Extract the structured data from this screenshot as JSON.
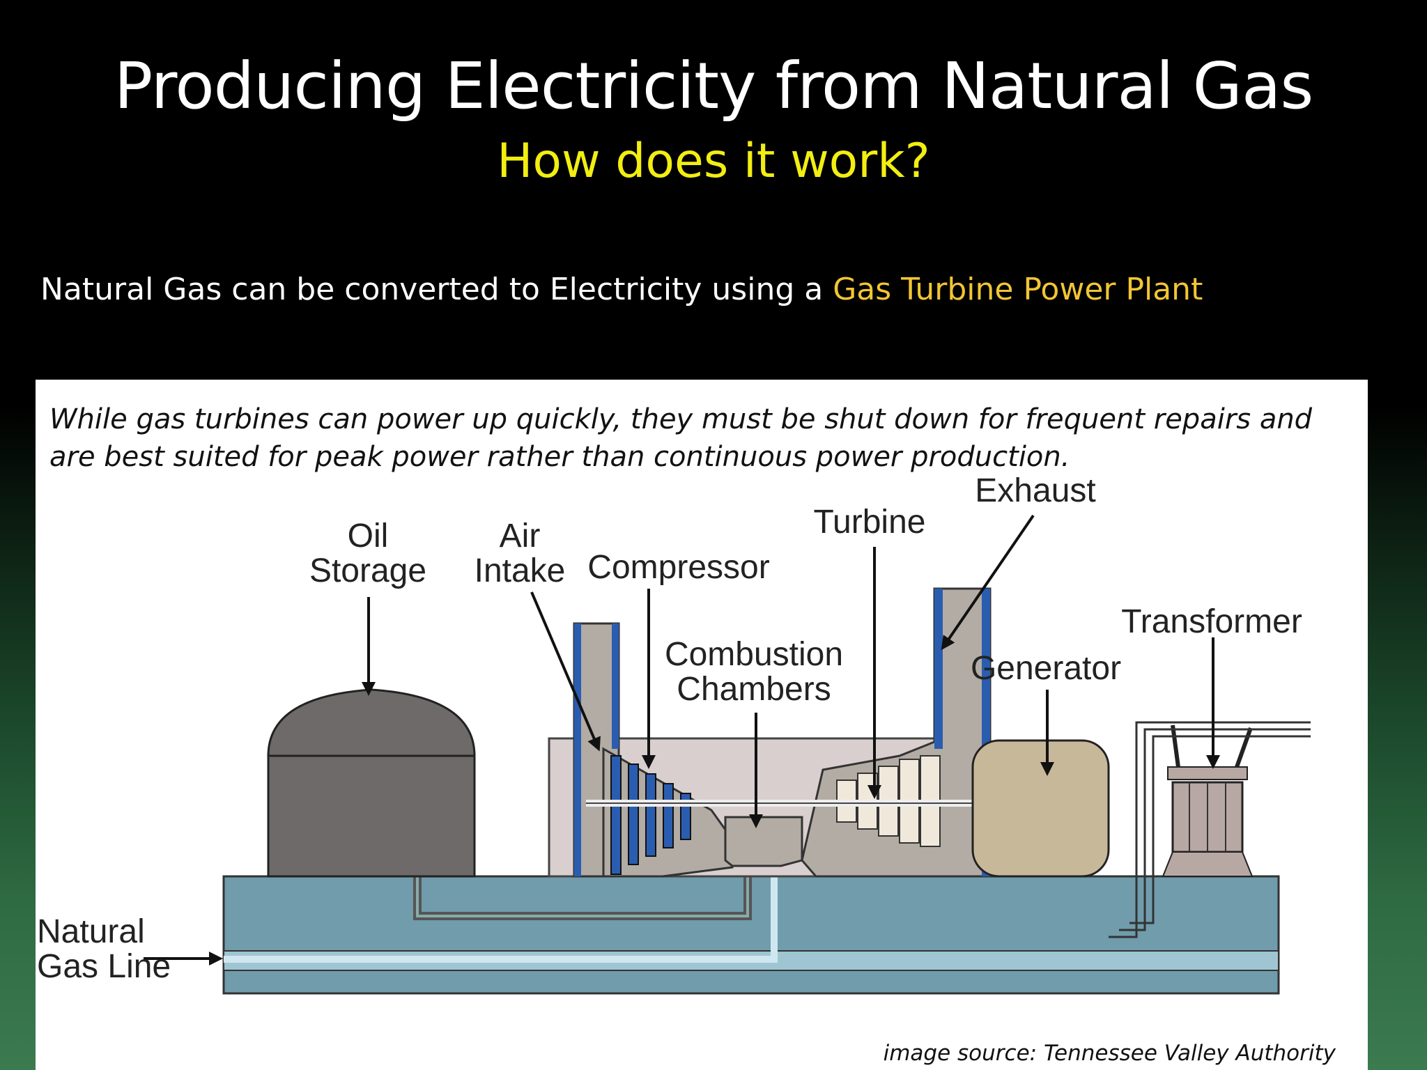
{
  "slide": {
    "title": "Producing Electricity from Natural Gas",
    "subtitle": "How does it work?",
    "intro_text": "Natural Gas can be converted to Electricity using a ",
    "intro_highlight": "Gas Turbine Power Plant",
    "note": "While gas turbines can power up quickly, they must be shut down for frequent repairs and are best suited for peak power rather than continuous power production.",
    "source": "image source:  Tennessee Valley Authority"
  },
  "diagram": {
    "labels": {
      "oil_line1": "Oil",
      "oil_line2": "Storage",
      "air_line1": "Air",
      "air_line2": "Intake",
      "compressor": "Compressor",
      "combustion_line1": "Combustion",
      "combustion_line2": "Chambers",
      "turbine": "Turbine",
      "exhaust": "Exhaust",
      "generator": "Generator",
      "transformer": "Transformer",
      "gas_line1": "Natural",
      "gas_line2": "Gas Line"
    }
  },
  "colors": {
    "title": "#ffffff",
    "subtitle": "#f2ee12",
    "highlight": "#f2c533",
    "foundation": "#709cac",
    "machinery": "#b3aca4",
    "duct_blue": "#2a5db0",
    "tank": "#6e6a6a",
    "generator": "#c8b89a"
  }
}
